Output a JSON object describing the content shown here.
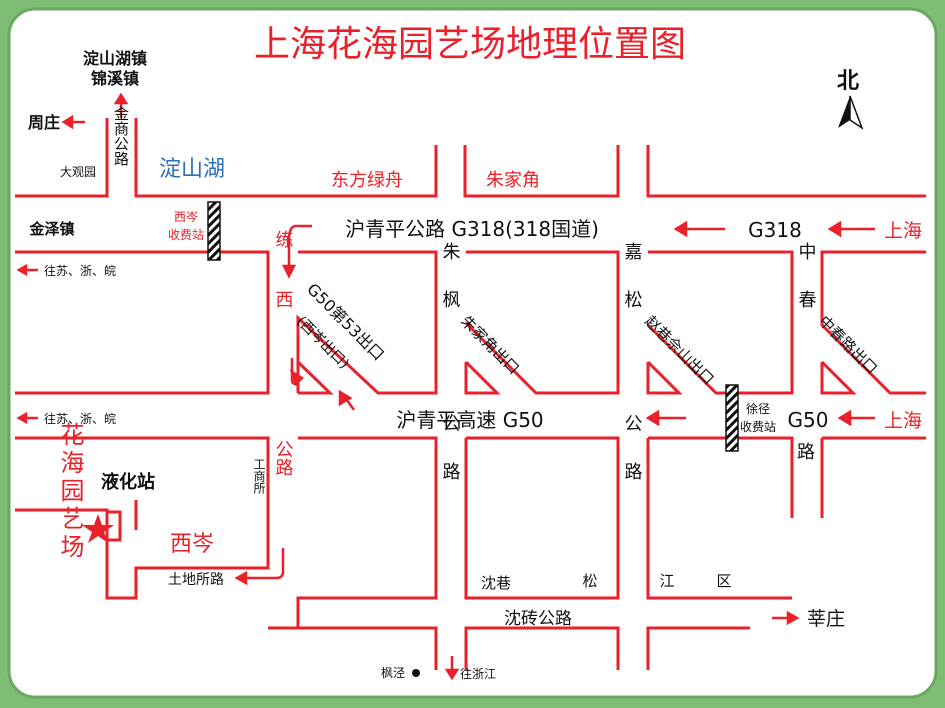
{
  "title": "上海花海园艺场地理位置图",
  "north": "北",
  "colors": {
    "frame": "#7dbd74",
    "road": "#e8212b",
    "label_red": "#e8212b",
    "lake_blue": "#2a6fb8",
    "text": "#111111",
    "background": "#ffffff"
  },
  "places": {
    "dianshan_towns_1": "淀山湖镇",
    "dianshan_towns_2": "锦溪镇",
    "zhouzhuang": "周庄",
    "jinshang_road": "金商公路",
    "daguanyuan": "大观园",
    "dianshanhu": "淀山湖",
    "dongfang_lvzhou": "东方绿舟",
    "zhujiajiao": "朱家角",
    "jinze": "金泽镇",
    "xicen_toll_1": "西岑",
    "xicen_toll_2": "收费站",
    "to_su_zhe_wan_top": "往苏、浙、皖",
    "to_su_zhe_wan_mid": "往苏、浙、皖",
    "huqingping_road": "沪青平公路 G318(318国道)",
    "g318": "G318",
    "shanghai_top": "上海",
    "shanghai_mid": "上海",
    "g50_exit_1": "G50第53出口",
    "g50_exit_2": "(西岑出口)",
    "lianxi_road": "练西公路",
    "zhufeng_road": "朱枫公路",
    "zhujiajiao_exit": "朱家角出口",
    "jiasong_road": "嘉松公路",
    "zhaoxiang_exit": "赵巷佘山出口",
    "zhongchun_road": "中春路",
    "zhongchun_exit": "中春路出口",
    "xujing_toll_1": "徐径",
    "xujing_toll_2": "收费站",
    "g50_highway": "沪青平高速 G50",
    "g50": "G50",
    "yehuazhan": "液化站",
    "huahai": "花海园艺场",
    "gongshangsuo": "工商所",
    "xicen": "西岑",
    "tudisuo_road": "土地所路",
    "shenxiang": "沈巷",
    "song": "松",
    "jiang": "江",
    "qu": "区",
    "shenzhuan_road": "沈砖公路",
    "xinzhuang": "莘庄",
    "fengjing": "枫泾",
    "to_zhejiang": "往浙江"
  }
}
